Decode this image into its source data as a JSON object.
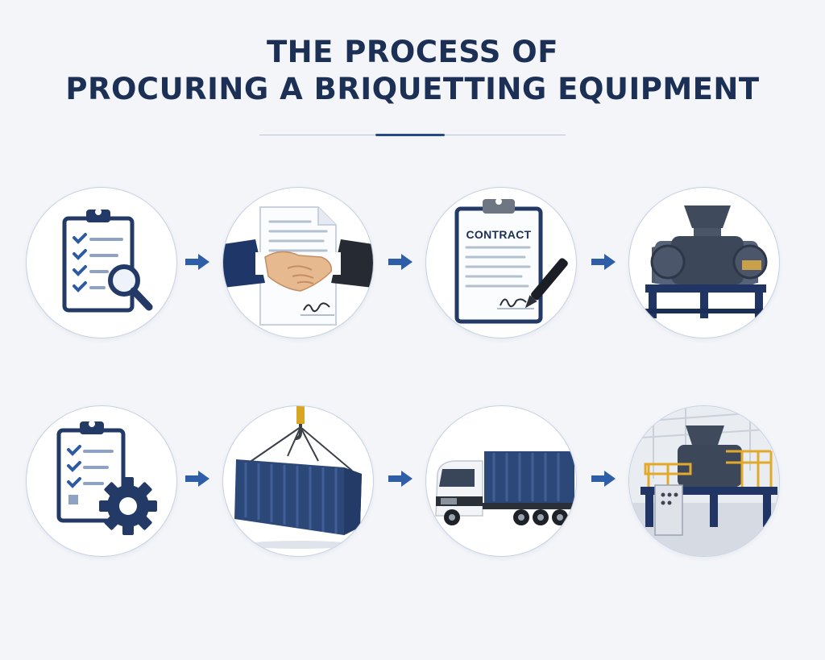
{
  "header": {
    "title_line1": "THE PROCESS OF",
    "title_line2": "PROCURING A BRIQUETTING EQUIPMENT"
  },
  "steps_row1": [
    {
      "icon": "clipboard-checklist-magnifier-icon"
    },
    {
      "icon": "handshake-document-icon"
    },
    {
      "icon": "signed-contract-clipboard-icon",
      "label": "CONTRACT"
    },
    {
      "icon": "briquetting-machine-icon"
    }
  ],
  "steps_row2": [
    {
      "icon": "clipboard-checklist-gear-icon"
    },
    {
      "icon": "crane-lifted-container-icon"
    },
    {
      "icon": "container-truck-icon"
    },
    {
      "icon": "installed-machine-plant-icon"
    }
  ],
  "colors": {
    "title": "#1c2f55",
    "accent": "#274a86",
    "arrow": "#2f5ea8",
    "circle_border": "#c5d1e3",
    "background": "#f3f5f9"
  }
}
